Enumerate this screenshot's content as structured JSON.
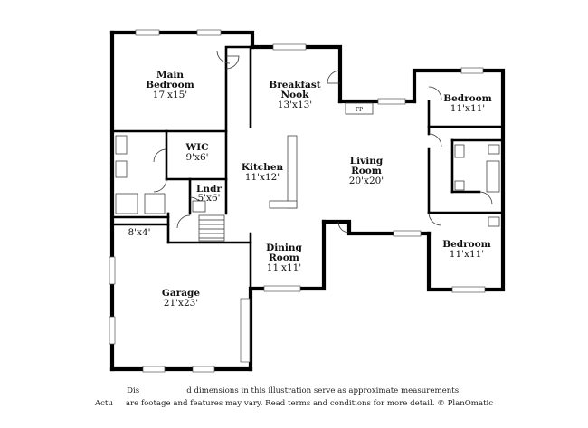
{
  "rooms": {
    "main_bedroom": {
      "name": "Main\nBedroom",
      "name_line1": "Main",
      "name_line2": "Bedroom",
      "dims": "17'x15'"
    },
    "breakfast_nook": {
      "name_line1": "Breakfast",
      "name_line2": "Nook",
      "dims": "13'x13'"
    },
    "bedroom_2": {
      "name": "Bedroom",
      "dims": "11'x11'"
    },
    "wic": {
      "name": "WIC",
      "dims": "9'x6'"
    },
    "kitchen": {
      "name": "Kitchen",
      "dims": "11'x12'"
    },
    "living_room": {
      "name_line1": "Living",
      "name_line2": "Room",
      "dims": "20'x20'"
    },
    "laundry": {
      "name": "Lndr",
      "dims": "5'x6'"
    },
    "bath_small": {
      "dims": "8'x4'"
    },
    "dining_room": {
      "name_line1": "Dining",
      "name_line2": "Room",
      "dims": "11'x11'"
    },
    "bedroom_3": {
      "name": "Bedroom",
      "dims": "11'x11'"
    },
    "garage": {
      "name": "Garage",
      "dims": "21'x23'"
    },
    "fireplace": {
      "label": "FP"
    }
  },
  "disclaimer": {
    "line1": "Dis... ...dimensions in this illustration serve as approximate measurements.",
    "line1_left": "Dis",
    "line1_right": "d dimensions in this illustration serve as approximate measurements.",
    "line2_left": "Actu",
    "line2_right": "are footage and features may vary. Read terms and conditions for more detail. © PlanOmatic"
  },
  "colors": {
    "wall": "#000000",
    "background": "#ffffff",
    "text": "#111111"
  }
}
